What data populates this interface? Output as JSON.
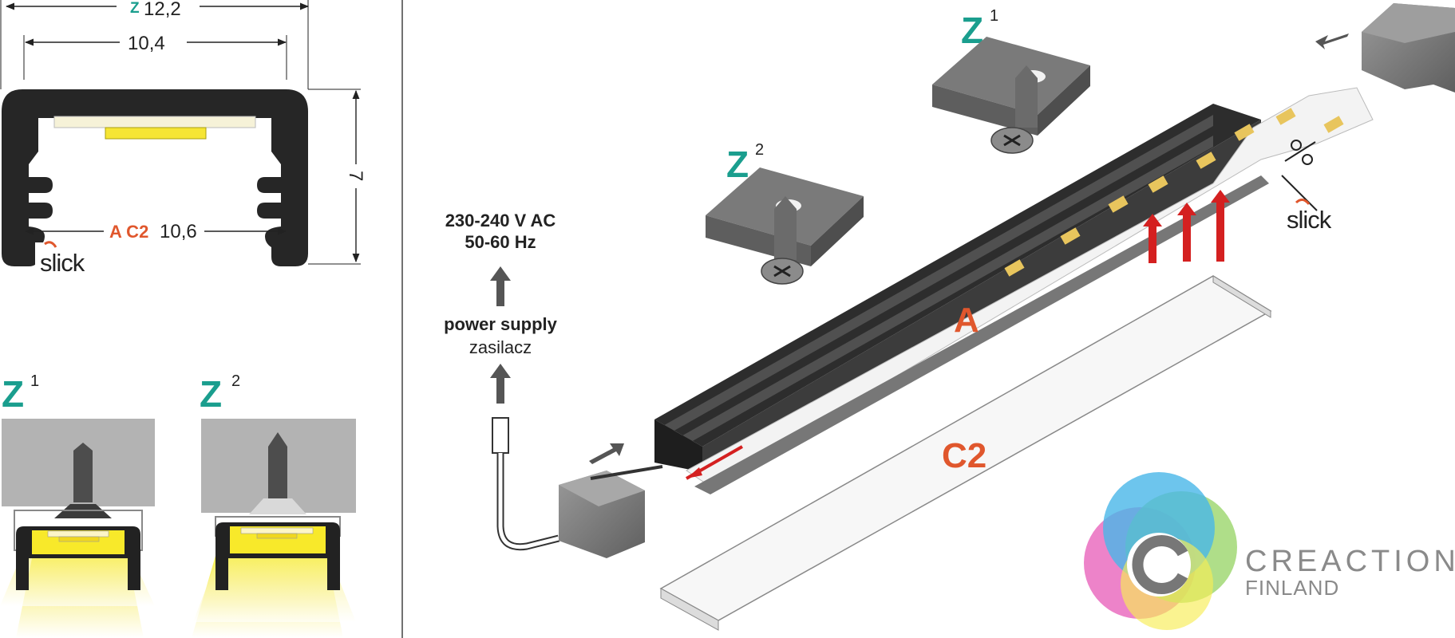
{
  "colors": {
    "teal": "#1a9e8e",
    "orange": "#e0572d",
    "red_arrow": "#d42020",
    "profile_dark": "#262626",
    "led_yellow": "#f6e534",
    "cap_grey": "#6e6e6e",
    "logo_pink": "#ea6dc0",
    "logo_blue": "#49b6e8",
    "logo_green": "#9bd66b",
    "logo_yellow": "#f8ec55"
  },
  "cross_section": {
    "width_outer_prefix": "Z",
    "width_outer": "12,2",
    "width_inner": "10,4",
    "height": "7",
    "diffuser_prefix": "A C2",
    "diffuser_width": "10,6",
    "brand": "slick"
  },
  "mount_views": [
    {
      "letter": "Z",
      "sup": "1"
    },
    {
      "letter": "Z",
      "sup": "2"
    }
  ],
  "exploded": {
    "clip_z1": {
      "letter": "Z",
      "sup": "1"
    },
    "clip_z2": {
      "letter": "Z",
      "sup": "2"
    },
    "voltage_line1": "230-240 V AC",
    "voltage_line2": "50-60 Hz",
    "power_en": "power supply",
    "power_pl": "zasilacz",
    "profile_label": "A",
    "diffuser_label": "C2",
    "brand": "slick"
  },
  "logo": {
    "line1": "CREACTION",
    "line2": "FINLAND"
  }
}
